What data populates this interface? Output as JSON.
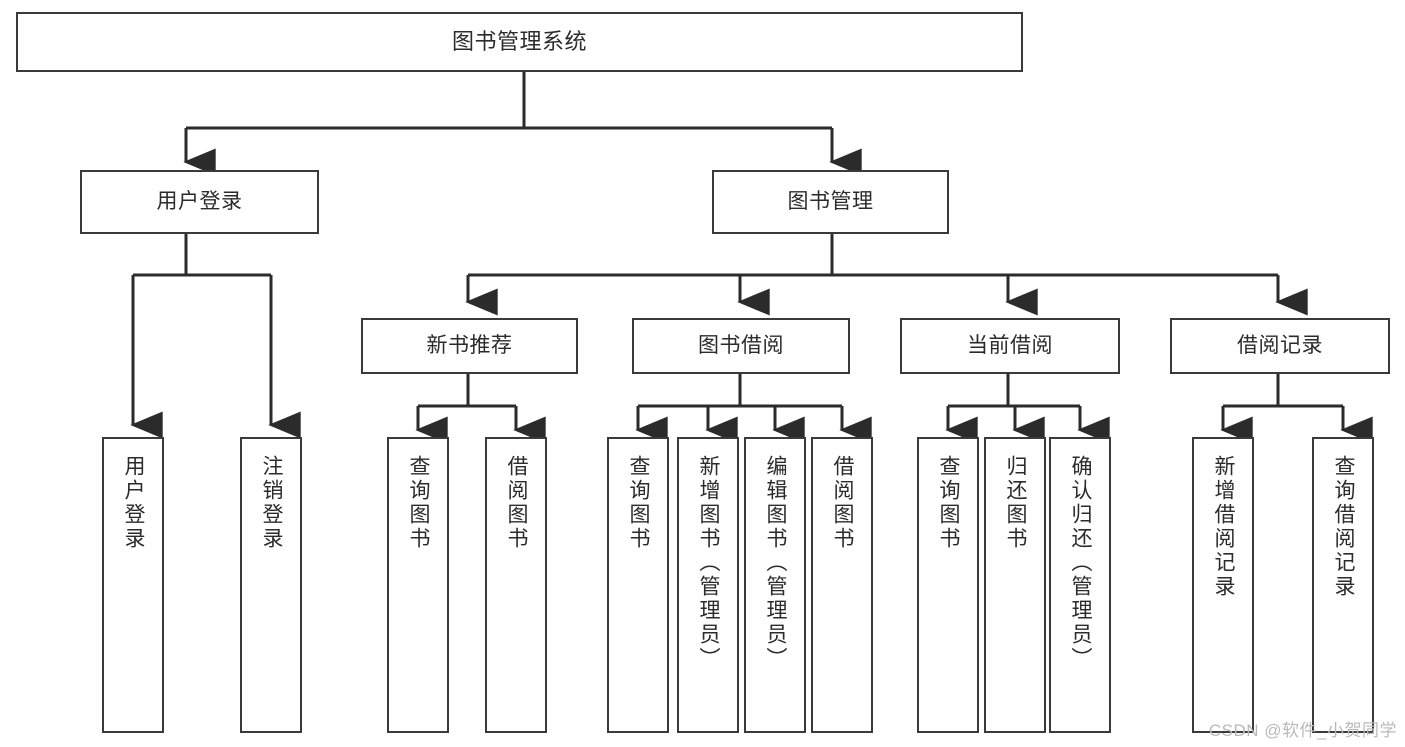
{
  "diagram": {
    "title": "图书管理系统",
    "type": "tree-hierarchy-diagram",
    "colors": {
      "box_border": "#3a3a3a",
      "box_fill": "#ffffff",
      "connector": "#2b2b2b",
      "text": "#2b2b2b",
      "watermark": "#b9b9b9"
    },
    "levels": {
      "root": {
        "label": "图书管理系统"
      },
      "level2": [
        {
          "id": "user-login",
          "label": "用户登录"
        },
        {
          "id": "book-management",
          "label": "图书管理"
        }
      ],
      "level3": [
        {
          "id": "new-book-recommend",
          "label": "新书推荐",
          "parent": "book-management"
        },
        {
          "id": "book-borrow",
          "label": "图书借阅",
          "parent": "book-management"
        },
        {
          "id": "current-borrow",
          "label": "当前借阅",
          "parent": "book-management"
        },
        {
          "id": "borrow-record",
          "label": "借阅记录",
          "parent": "book-management"
        }
      ],
      "leaves": [
        {
          "id": "leaf-user-login",
          "label": "用户登录",
          "parent": "user-login"
        },
        {
          "id": "leaf-logout-login",
          "label": "注销登录",
          "parent": "user-login"
        },
        {
          "id": "leaf-query-book-1",
          "label": "查询图书",
          "parent": "new-book-recommend"
        },
        {
          "id": "leaf-borrow-book-1",
          "label": "借阅图书",
          "parent": "new-book-recommend"
        },
        {
          "id": "leaf-query-book-2",
          "label": "查询图书",
          "parent": "book-borrow"
        },
        {
          "id": "leaf-add-book-admin",
          "label": "新增图书（管理员）",
          "parent": "book-borrow"
        },
        {
          "id": "leaf-edit-book-admin",
          "label": "编辑图书（管理员）",
          "parent": "book-borrow"
        },
        {
          "id": "leaf-borrow-book-2",
          "label": "借阅图书",
          "parent": "book-borrow"
        },
        {
          "id": "leaf-query-book-3",
          "label": "查询图书",
          "parent": "current-borrow"
        },
        {
          "id": "leaf-return-book",
          "label": "归还图书",
          "parent": "current-borrow"
        },
        {
          "id": "leaf-confirm-return-admin",
          "label": "确认归还（管理员）",
          "parent": "current-borrow"
        },
        {
          "id": "leaf-add-borrow-record",
          "label": "新增借阅记录",
          "parent": "borrow-record"
        },
        {
          "id": "leaf-query-borrow-record",
          "label": "查询借阅记录",
          "parent": "borrow-record"
        }
      ]
    },
    "watermark": "CSDN @软件_小贺同学"
  }
}
